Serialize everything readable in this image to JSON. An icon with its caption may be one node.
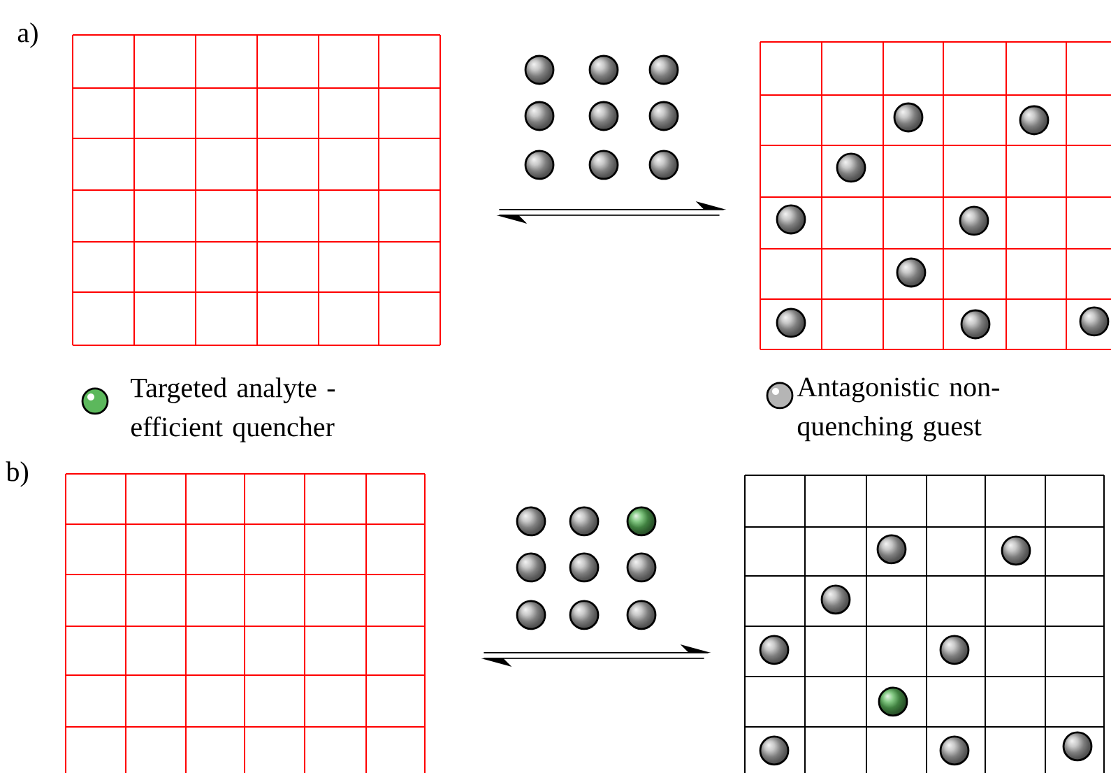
{
  "diagram": {
    "nodes": [
      {
        "text": [],
        "shape": "grid"
      },
      {
        "text": [],
        "shape": "grid"
      },
      {
        "text": [],
        "shape": "grid"
      },
      {
        "text": [],
        "shape": "grid"
      }
    ],
    "edges": [
      {
        "from": 0,
        "to": 1,
        "arrow": "both"
      },
      {
        "from": 2,
        "to": 3,
        "arrow": "both"
      }
    ],
    "labels": [
      "a)",
      "b)"
    ],
    "legend": [
      {
        "text": "Targeted analyte - efficient quencher",
        "color": "#5cb85c"
      },
      {
        "text": "Antagonistic non-quenching guest",
        "color": "#b5b5b5"
      }
    ]
  }
}
